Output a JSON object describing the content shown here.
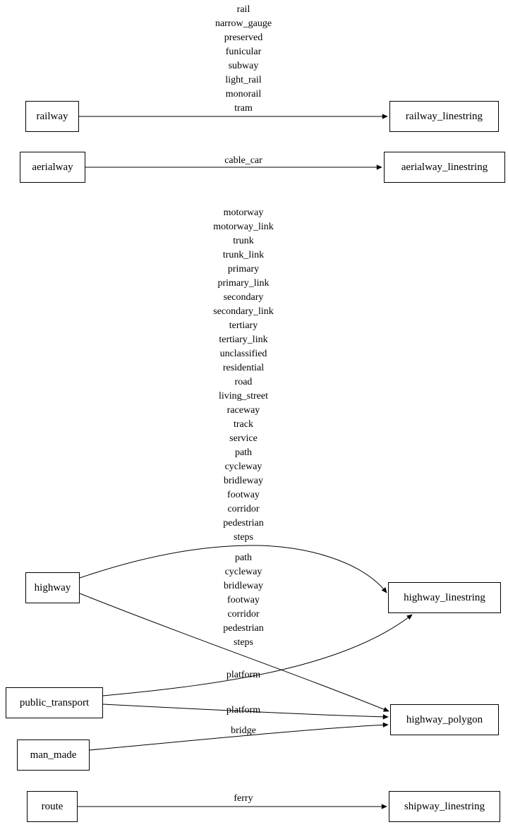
{
  "colors": {
    "background": "#ffffff",
    "node_border": "#000000",
    "edge_stroke": "#000000",
    "text": "#000000"
  },
  "nodes": {
    "railway": {
      "label": "railway"
    },
    "aerialway": {
      "label": "aerialway"
    },
    "highway": {
      "label": "highway"
    },
    "public_transport": {
      "label": "public_transport"
    },
    "man_made": {
      "label": "man_made"
    },
    "route": {
      "label": "route"
    },
    "railway_linestring": {
      "label": "railway_linestring"
    },
    "aerialway_linestring": {
      "label": "aerialway_linestring"
    },
    "highway_linestring": {
      "label": "highway_linestring"
    },
    "highway_polygon": {
      "label": "highway_polygon"
    },
    "shipway_linestring": {
      "label": "shipway_linestring"
    }
  },
  "edges": {
    "railway_to_railway_linestring": {
      "from": "railway",
      "to": "railway_linestring",
      "label": [
        "rail",
        "narrow_gauge",
        "preserved",
        "funicular",
        "subway",
        "light_rail",
        "monorail",
        "tram"
      ]
    },
    "aerialway_to_aerialway_linestring": {
      "from": "aerialway",
      "to": "aerialway_linestring",
      "label": "cable_car"
    },
    "highway_to_highway_linestring": {
      "from": "highway",
      "to": "highway_linestring",
      "label": [
        "motorway",
        "motorway_link",
        "trunk",
        "trunk_link",
        "primary",
        "primary_link",
        "secondary",
        "secondary_link",
        "tertiary",
        "tertiary_link",
        "unclassified",
        "residential",
        "road",
        "living_street",
        "raceway",
        "track",
        "service",
        "path",
        "cycleway",
        "bridleway",
        "footway",
        "corridor",
        "pedestrian",
        "steps"
      ]
    },
    "highway_to_highway_polygon": {
      "from": "highway",
      "to": "highway_polygon",
      "label": [
        "path",
        "cycleway",
        "bridleway",
        "footway",
        "corridor",
        "pedestrian",
        "steps"
      ]
    },
    "public_transport_to_highway_linestring": {
      "from": "public_transport",
      "to": "highway_linestring",
      "label": "platform"
    },
    "public_transport_to_highway_polygon": {
      "from": "public_transport",
      "to": "highway_polygon",
      "label": "platform"
    },
    "man_made_to_highway_polygon": {
      "from": "man_made",
      "to": "highway_polygon",
      "label": "bridge"
    },
    "route_to_shipway_linestring": {
      "from": "route",
      "to": "shipway_linestring",
      "label": "ferry"
    }
  }
}
